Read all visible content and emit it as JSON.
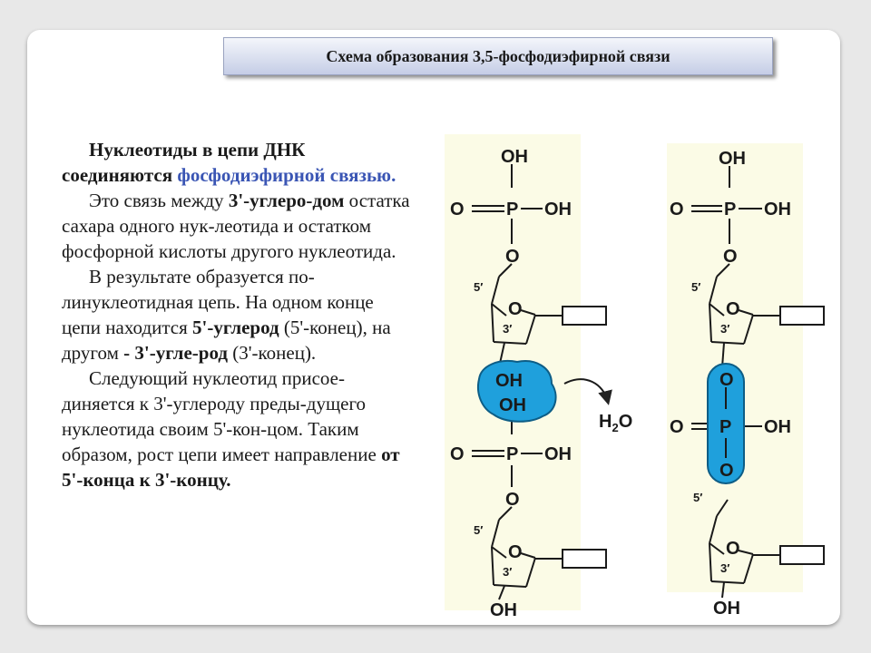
{
  "title": "Схема образования 3,5-фосфодиэфирной связи",
  "paragraphs": {
    "p1": {
      "a": "Нуклеотиды в цепи ДНК соединяются ",
      "b": "фосфодиэфирной связью."
    },
    "p2": {
      "a": "Это связь между ",
      "b": "3'-углеро-дом",
      "c": " остатка сахара одного нук-леотида и остатком фосфорной кислоты другого нуклеотида."
    },
    "p3": {
      "a": "В результате образуется по-линуклеотидная цепь. На одном конце цепи находится ",
      "b": "5'-углерод",
      "c": " (5'-конец), на другом ",
      "d": "- 3'-угле-род",
      "e": " (3'-конец)."
    },
    "p4": {
      "a": "Следующий нуклеотид присое-диняется к 3'-углероду преды-дущего нуклеотида своим 5'-кон-цом. Таким образом, рост цепи имеет направление ",
      "b": "от 5'-конца к 3'-концу."
    }
  },
  "diagram": {
    "OH": "OH",
    "O": "O",
    "P": "P",
    "five_prime": "5′",
    "three_prime": "3′",
    "water": "H",
    "water_sub": "2",
    "water_o": "O"
  },
  "colors": {
    "highlight": "#1fa0dc",
    "text_blue": "#3a55b4"
  }
}
